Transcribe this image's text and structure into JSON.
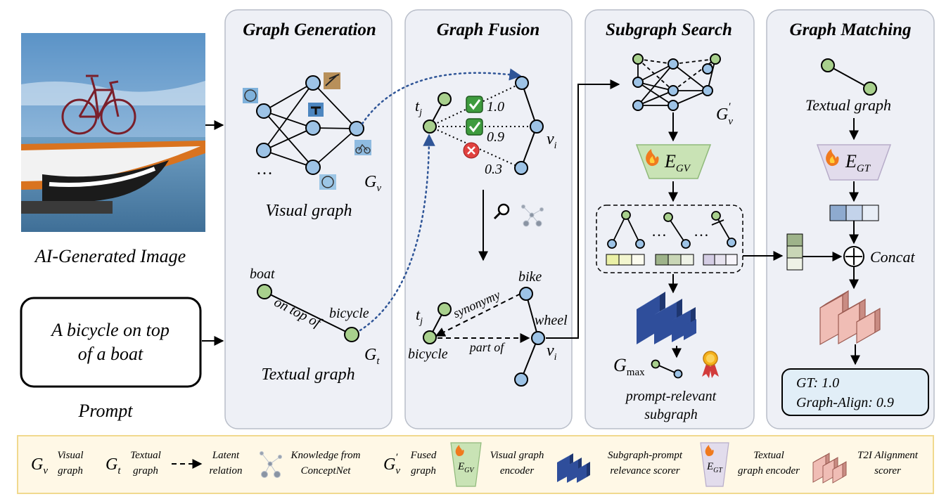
{
  "panels": {
    "generation": "Graph Generation",
    "fusion": "Graph Fusion",
    "search": "Subgraph Search",
    "matching": "Graph Matching"
  },
  "input": {
    "image_caption": "AI-Generated Image",
    "prompt_text_line1": "A bicycle on top",
    "prompt_text_line2": "of a boat",
    "prompt_label": "Prompt"
  },
  "generation": {
    "visual_graph_label": "Visual graph",
    "ellipsis": "…",
    "gv_symbol": "G",
    "gv_sub": "v",
    "textual_graph_label": "Textual graph",
    "node_boat": "boat",
    "node_bicycle": "bicycle",
    "edge_on_top_of": "on top of",
    "gt_symbol": "G",
    "gt_sub": "t"
  },
  "fusion": {
    "tj_symbol": "t",
    "tj_sub": "j",
    "vi_symbol": "v",
    "vi_sub": "i",
    "score_1": "1.0",
    "score_2": "0.9",
    "score_3": "0.3",
    "node_bike": "bike",
    "node_wheel": "wheel",
    "node_bicycle": "bicycle",
    "edge_synonymy": "synonymy",
    "edge_part_of": "part of"
  },
  "search": {
    "gv_fused_symbol": "G",
    "gv_fused_sub": "v",
    "gv_fused_sup": "′",
    "encoder_symbol": "E",
    "encoder_sub": "GV",
    "dots": "…",
    "gmax_symbol": "G",
    "gmax_sub": "max",
    "subgraph_label_line1": "prompt-relevant",
    "subgraph_label_line2": "subgraph"
  },
  "matching": {
    "textual_graph_label": "Textual graph",
    "encoder_symbol": "E",
    "encoder_sub": "GT",
    "concat_label": "Concat",
    "result_gt": "GT: 1.0",
    "result_align": "Graph-Align: 0.9"
  },
  "legend": {
    "gv_desc_line1": "Visual",
    "gv_desc_line2": "graph",
    "gt_desc_line1": "Textual",
    "gt_desc_line2": "graph",
    "latent_line1": "Latent",
    "latent_line2": "relation",
    "knowledge_line1": "Knowledge from",
    "knowledge_line2": "ConceptNet",
    "fused_line1": "Fused",
    "fused_line2": "graph",
    "vge_line1": "Visual graph",
    "vge_line2": "encoder",
    "scorer_line1": "Subgraph-prompt",
    "scorer_line2": "relevance scorer",
    "tge_line1": "Textual",
    "tge_line2": "graph encoder",
    "t2i_line1": "T2I Alignment",
    "t2i_line2": "scorer"
  },
  "colors": {
    "green_node": "#a8d08d",
    "blue_node": "#9dc3e6",
    "panel_bg": "#eef0f6",
    "legend_bg": "#fff8e6",
    "encoder_green": "#c9e3b5",
    "encoder_purple": "#e2dcec",
    "scorer_blue": "#2f4e9b",
    "t2i_pink": "#f0bdb5"
  }
}
